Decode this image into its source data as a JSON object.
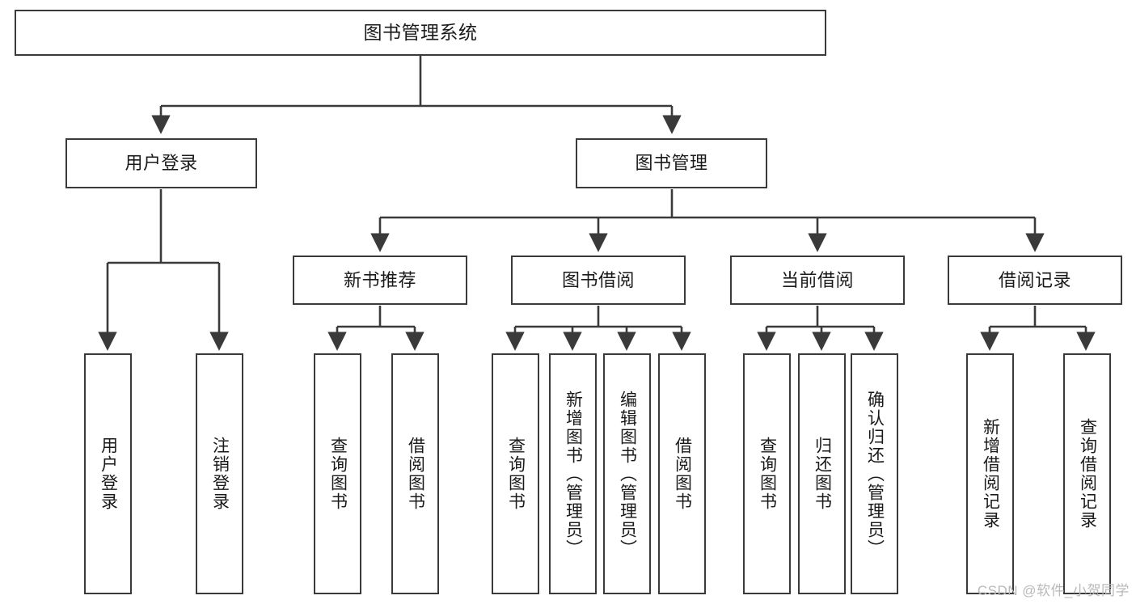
{
  "diagram": {
    "type": "tree-structure-chart",
    "title": "图书管理系统",
    "watermark": "CSDN @软件_小贺同学",
    "colors": {
      "stroke": "#3a3a3a",
      "fill": "#ffffff",
      "text": "#1a1a1a",
      "watermark": "#b9b9b9"
    },
    "nodes": {
      "root": {
        "label": "图书管理系统"
      },
      "level2": [
        {
          "label": "用户登录"
        },
        {
          "label": "图书管理"
        }
      ],
      "level3": [
        {
          "label": "新书推荐"
        },
        {
          "label": "图书借阅"
        },
        {
          "label": "当前借阅"
        },
        {
          "label": "借阅记录"
        }
      ],
      "leaves": {
        "user_login": [
          {
            "label": "用户登录"
          },
          {
            "label": "注销登录"
          }
        ],
        "new_book": [
          {
            "label": "查询图书"
          },
          {
            "label": "借阅图书"
          }
        ],
        "book_borrow": [
          {
            "label": "查询图书"
          },
          {
            "label": "新增图书（管理员）"
          },
          {
            "label": "编辑图书（管理员）"
          },
          {
            "label": "借阅图书"
          }
        ],
        "current_borrow": [
          {
            "label": "查询图书"
          },
          {
            "label": "归还图书"
          },
          {
            "label": "确认归还（管理员）"
          }
        ],
        "borrow_record": [
          {
            "label": "新增借阅记录"
          },
          {
            "label": "查询借阅记录"
          }
        ]
      }
    }
  }
}
